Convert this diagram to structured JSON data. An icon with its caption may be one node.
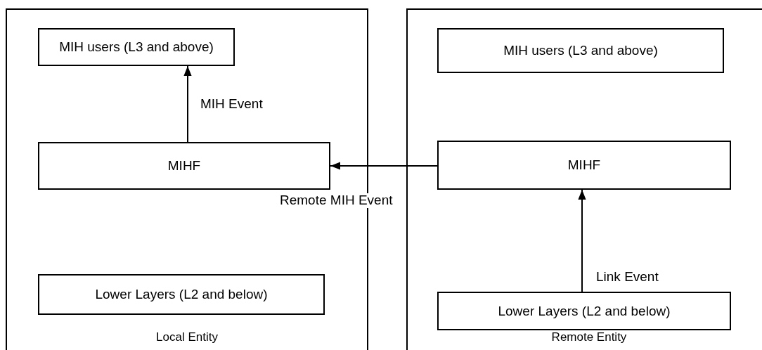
{
  "diagram": {
    "nodes": [
      {
        "text": [
          "Local Entity"
        ]
      },
      {
        "text": [
          "MIH users (L3 and above)"
        ],
        "in": 0
      },
      {
        "text": [
          "MIHF"
        ],
        "in": 0
      },
      {
        "text": [
          "Lower Layers (L2 and below)"
        ],
        "in": 0
      },
      {
        "text": [
          "Remote Entity"
        ]
      },
      {
        "text": [
          "MIH users (L3 and above)"
        ],
        "in": 4
      },
      {
        "text": [
          "MIHF"
        ],
        "in": 4
      },
      {
        "text": [
          "Lower Layers (L2 and below)"
        ],
        "in": 4
      }
    ],
    "edges": [
      {
        "from": 2,
        "to": 1,
        "arrow": "to",
        "label": "MIH Event"
      },
      {
        "from": 6,
        "to": 2,
        "arrow": "to",
        "label": "Remote MIH Event"
      },
      {
        "from": 7,
        "to": 6,
        "arrow": "to",
        "label": "Link Event"
      }
    ]
  }
}
